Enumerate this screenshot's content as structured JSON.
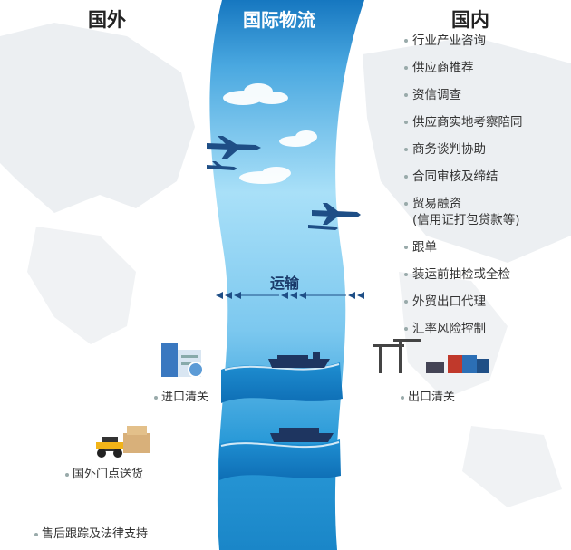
{
  "headers": {
    "abroad": "国外",
    "logistics": "国际物流",
    "domestic": "国内"
  },
  "domestic_services": [
    "行业产业咨询",
    "供应商推荐",
    "资信调查",
    "供应商实地考察陪同",
    "商务谈判协助",
    "合同审核及缔结",
    "贸易融资",
    "跟单",
    "装运前抽检或全检",
    "外贸出口代理",
    "汇率风险控制"
  ],
  "trade_finance_note": "(信用证打包贷款等)",
  "transport_label": "运输",
  "import_clearance": "进口清关",
  "export_clearance": "出口清关",
  "door_delivery": "国外门点送货",
  "after_sales": "售后跟踪及法律支持",
  "colors": {
    "band_top": "#1b7fc4",
    "band_mid": "#8fd3f5",
    "band_bottom": "#1b8fd0",
    "map": "#eef0f2"
  }
}
